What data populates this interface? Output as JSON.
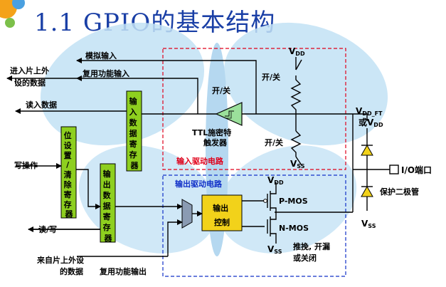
{
  "title": "1.1 GPIO的基本结构",
  "labels": {
    "analog_input": "模拟输入",
    "alt_function_input": "复用功能输入",
    "to_peripheral_line1": "进入片上外",
    "to_peripheral_line2": "设的数据",
    "read_data": "读入数据",
    "write_op": "写操作",
    "read_write": "读/写",
    "from_peripheral_line1": "来自片上外设",
    "from_peripheral_line2": "的数据",
    "alt_function_output": "复用功能输出",
    "switch_top": "开/关",
    "switch_mid": "开/关",
    "switch_bottom": "开/关",
    "ttl_line1": "TTL施密特",
    "ttl_line2": "触发器",
    "input_driver": "输入驱动电路",
    "output_driver": "输出驱动电路",
    "output_control_line1": "输出",
    "output_control_line2": "控制",
    "pmos": "P-MOS",
    "nmos": "N-MOS",
    "mode_line1": "推挽, 开漏",
    "mode_line2": "或关闭",
    "protect_diode": "保护二极管",
    "io_pin": "I/O端口",
    "vdd": "V",
    "vdd_sub": "DD",
    "vss": "V",
    "vss_sub": "SS",
    "vddft_main": "V",
    "vddft_sub": "DD_FT",
    "vddft_or": "或V",
    "vddft_or_sub": "DD"
  },
  "registers": {
    "input_data": "输入数据寄存器",
    "bit_set_clear": "位设置/清除寄存器",
    "output_data": "输出数据寄存器"
  },
  "colors": {
    "title": "#1a3fa6",
    "register_fill": "#8ecf1f",
    "control_fill": "#f2d21a",
    "input_driver_border": "#e0001a",
    "output_driver_border": "#1030c8",
    "butterfly": "#b8dcf2"
  }
}
